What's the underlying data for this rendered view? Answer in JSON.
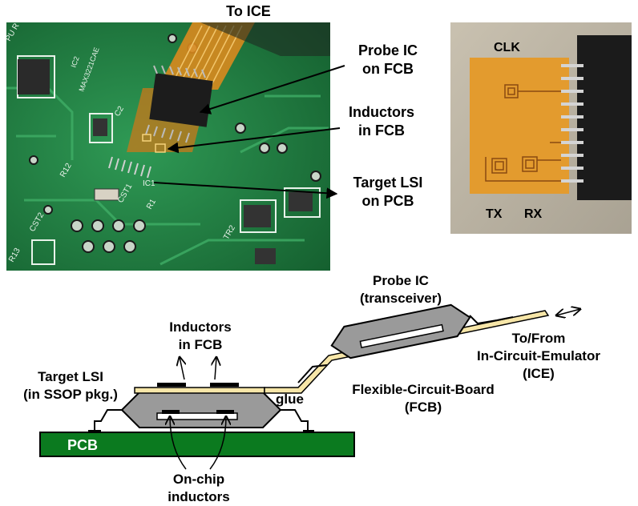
{
  "photo_top": {
    "to_ice": "To ICE",
    "probe_ic": [
      "Probe IC",
      "on FCB"
    ],
    "inductors": [
      "Inductors",
      "in FCB"
    ],
    "target_lsi": [
      "Target LSI",
      "on PCB"
    ],
    "board_marks": {
      "chip_text": [
        "IC2",
        "MAX3221CAE"
      ],
      "ic1": "IC1",
      "r12": "R12",
      "cst1": "CST1",
      "cst2": "CST2",
      "r13": "R13",
      "r1": "R1",
      "c2": "C2",
      "tr2": "TR2",
      "pu": "PU R"
    }
  },
  "photo_right": {
    "clk": "CLK",
    "tx": "TX",
    "rx": "RX"
  },
  "cross_section": {
    "probe_ic": [
      "Probe IC",
      "(transceiver)"
    ],
    "inductors_fcb": [
      "Inductors",
      "in FCB"
    ],
    "target_lsi": [
      "Target LSI",
      "(in SSOP pkg.)"
    ],
    "glue": "glue",
    "to_from": [
      "To/From",
      "In-Circuit-Emulator",
      "(ICE)"
    ],
    "fcb": [
      "Flexible-Circuit-Board",
      "(FCB)"
    ],
    "pcb": "PCB",
    "onchip": [
      "On-chip",
      "inductors"
    ]
  },
  "colors": {
    "pcb_green": "#1a7a3c",
    "pcb_bright": "#0b7a1f",
    "flex_orange": "#d98a1e",
    "chip_gray": "#9a9a9a",
    "fcb_yellow": "#f7e6a8"
  }
}
